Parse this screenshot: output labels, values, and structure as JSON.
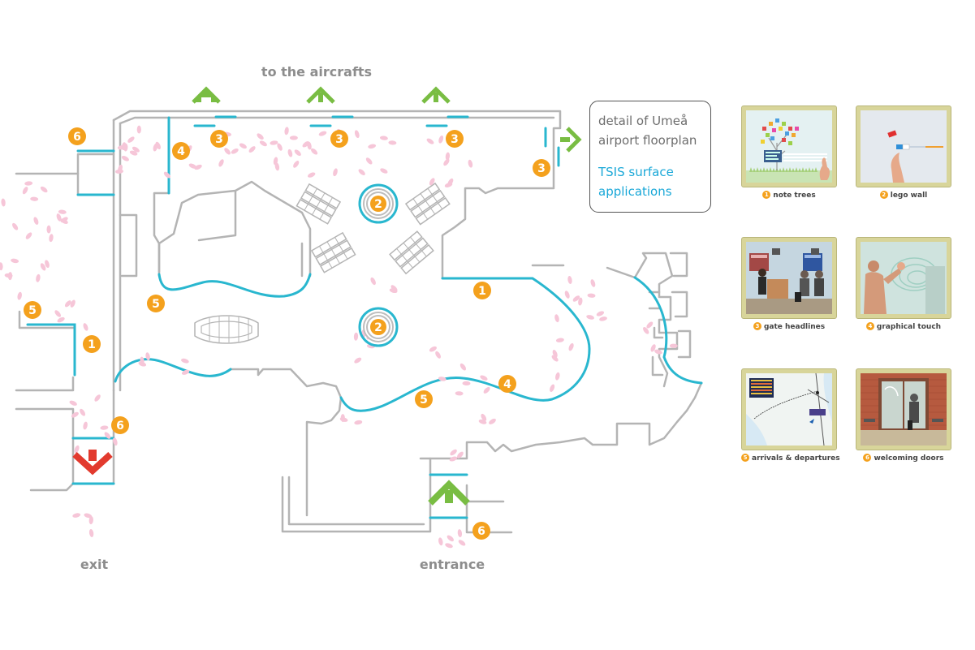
{
  "labels": {
    "top": "to the aircrafts",
    "exit": "exit",
    "entrance": "entrance"
  },
  "info_box": {
    "line1": "detail of Umeå",
    "line2": "airport floorplan",
    "line3": "TSIS surface",
    "line4": "applications"
  },
  "markers": {
    "m1a": "1",
    "m1b": "1",
    "m2a": "2",
    "m2b": "2",
    "m3a": "3",
    "m3b": "3",
    "m3c": "3",
    "m3d": "3",
    "m4a": "4",
    "m4b": "4",
    "m5a": "5",
    "m5b": "5",
    "m5c": "5",
    "m6a": "6",
    "m6b": "6",
    "m6c": "6"
  },
  "thumbnails": [
    {
      "num": "1",
      "label": "note trees"
    },
    {
      "num": "2",
      "label": "lego wall"
    },
    {
      "num": "3",
      "label": "gate headlines"
    },
    {
      "num": "4",
      "label": "graphical touch"
    },
    {
      "num": "5",
      "label": "arrivals & departures"
    },
    {
      "num": "6",
      "label": "welcoming doors"
    }
  ],
  "colors": {
    "wall": "#b4b4b4",
    "surface": "#29b7cf",
    "marker": "#f4a11d",
    "people": "#f6c6d8",
    "exit_arrow": "#e23a2e",
    "entry_arrow": "#79bd43",
    "label_gray": "#8d8d8d",
    "highlight_blue": "#1aa8d8"
  },
  "icons": {
    "up_arrow": "green-up-arrow-icon",
    "right_arrow": "green-right-arrow-icon",
    "down_arrow": "red-down-arrow-icon"
  }
}
